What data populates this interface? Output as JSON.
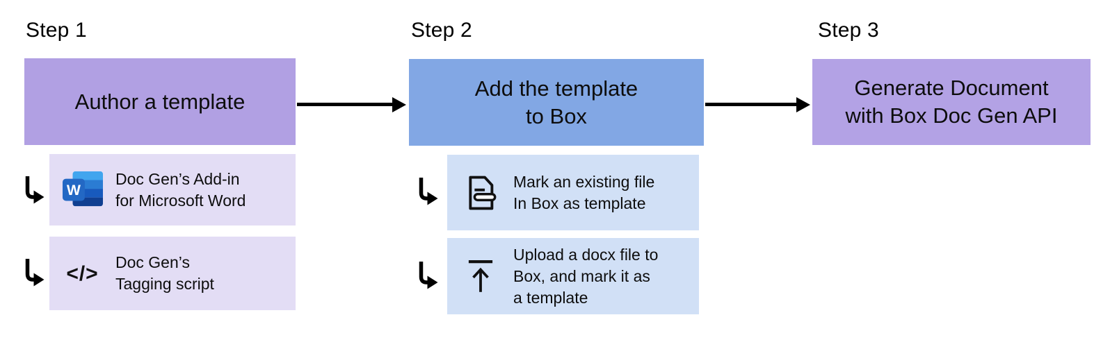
{
  "colors": {
    "step1_box": "#b1a0e3",
    "step2_box": "#82a7e4",
    "step3_box": "#b3a2e5",
    "step1_item_bg": "#e3ddf5",
    "step2_item_bg": "#d1e0f6"
  },
  "steps": [
    {
      "label": "Step 1",
      "title": "Author a template",
      "items": [
        {
          "icon": "microsoft-word-icon",
          "text": "Doc Gen’s Add-in\nfor Microsoft Word"
        },
        {
          "icon": "code-tags-icon",
          "text": "Doc Gen’s\nTagging script"
        }
      ]
    },
    {
      "label": "Step 2",
      "title": "Add the template\nto Box",
      "items": [
        {
          "icon": "file-template-icon",
          "text": "Mark an existing file\nIn Box as template"
        },
        {
          "icon": "upload-icon",
          "text": "Upload a docx file to\nBox, and mark it as\na template"
        }
      ]
    },
    {
      "label": "Step 3",
      "title": "Generate Document\nwith Box Doc Gen API",
      "items": []
    }
  ],
  "icons": {
    "code_glyph": "</>",
    "word_logo_letter": "W"
  }
}
